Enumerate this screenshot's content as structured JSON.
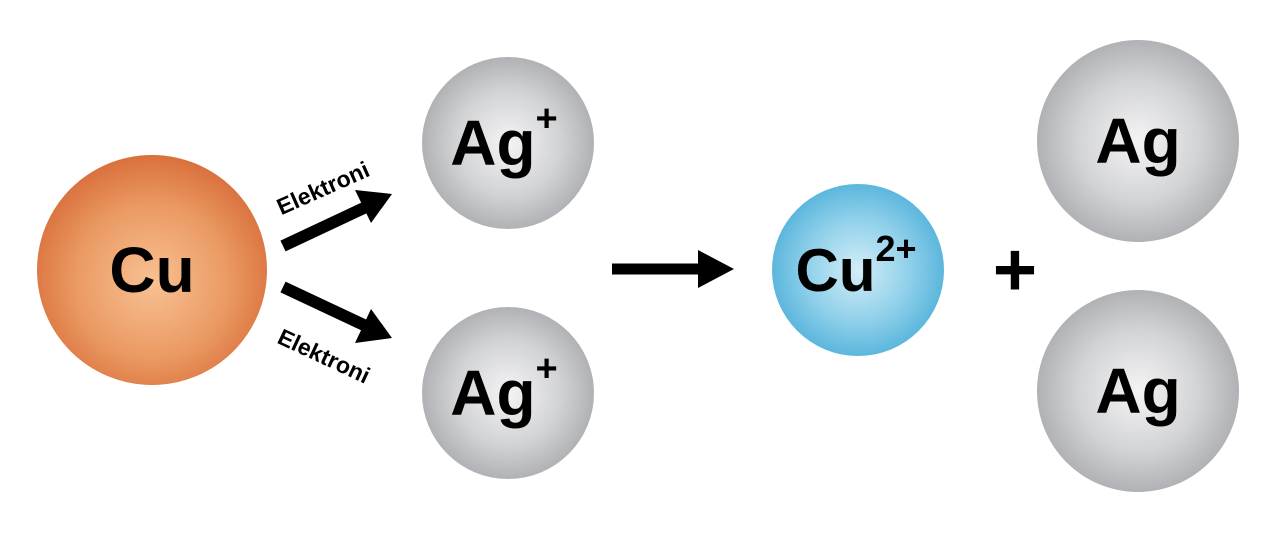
{
  "atoms": {
    "copper": {
      "symbol": "Cu",
      "charge": ""
    },
    "silver_ion_top": {
      "symbol": "Ag",
      "charge": "+"
    },
    "silver_ion_bottom": {
      "symbol": "Ag",
      "charge": "+"
    },
    "copper_ion": {
      "symbol": "Cu",
      "charge": "2+"
    },
    "silver_top": {
      "symbol": "Ag",
      "charge": ""
    },
    "silver_bottom": {
      "symbol": "Ag",
      "charge": ""
    }
  },
  "labels": {
    "electrons_top": "Elektroni",
    "electrons_bottom": "Elektroni",
    "plus": "+"
  },
  "colors": {
    "copper": "#e07a45",
    "silver": "#b9babd",
    "copper_ion": "#5bb8dc",
    "arrow": "#000000"
  }
}
